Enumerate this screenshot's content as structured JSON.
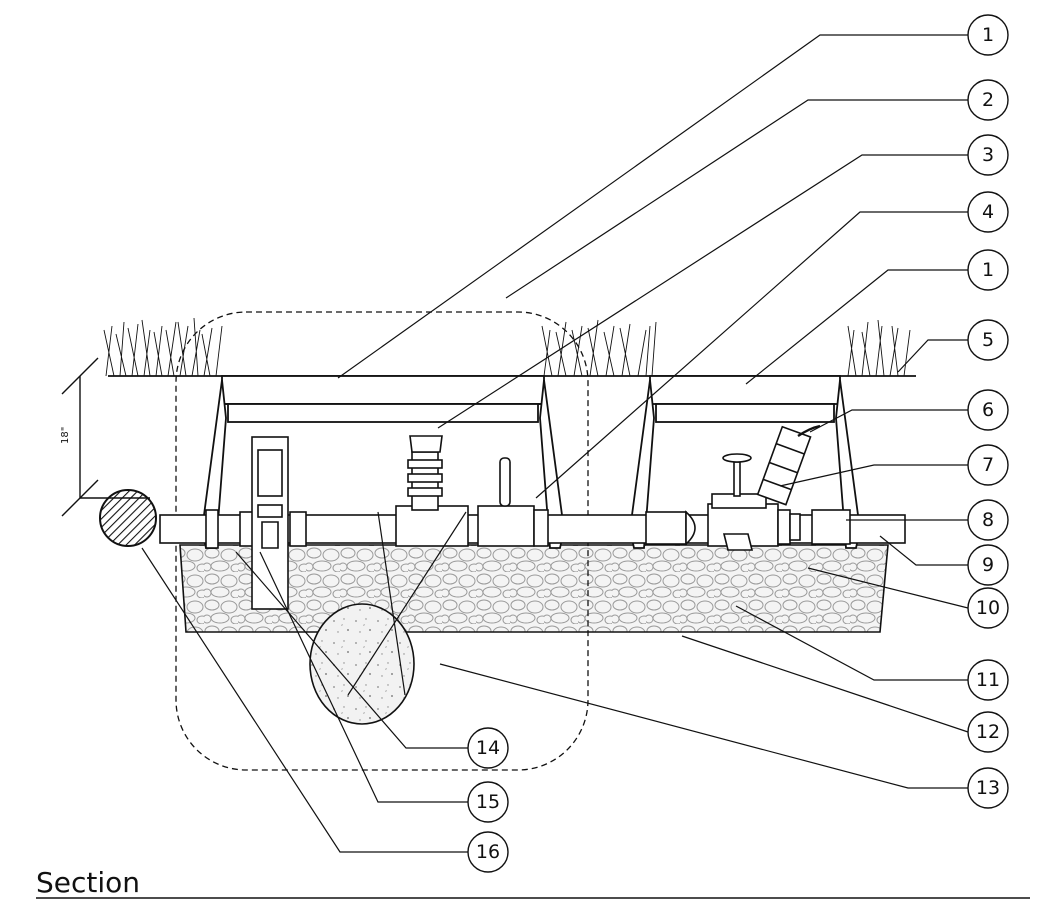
{
  "title": "Section",
  "dimension_label": "18\"",
  "callouts": [
    "1",
    "2",
    "3",
    "4",
    "1",
    "5",
    "6",
    "7",
    "8",
    "9",
    "10",
    "11",
    "12",
    "13",
    "14",
    "15",
    "16"
  ],
  "colors": {
    "line": "#111111",
    "gravel_fill": "#f4f4f4",
    "stone_stroke": "#9a9a9a",
    "concrete_fill": "#f2f2f2",
    "background": "#ffffff"
  }
}
